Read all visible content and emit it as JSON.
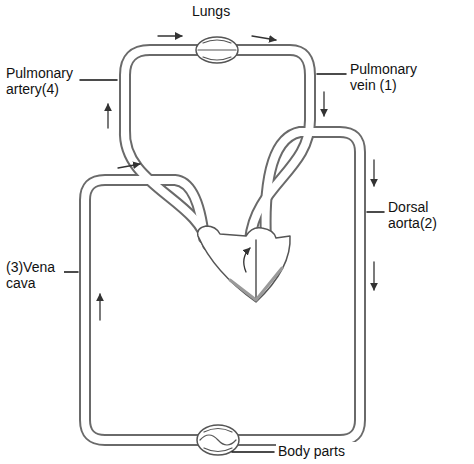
{
  "diagram": {
    "labels": [
      "Lungs",
      "Pulmonary artery(4)",
      "Pulmonary vein (1)",
      "Dorsal aorta(2)",
      "(3)Vena cava",
      "Body parts"
    ]
  }
}
